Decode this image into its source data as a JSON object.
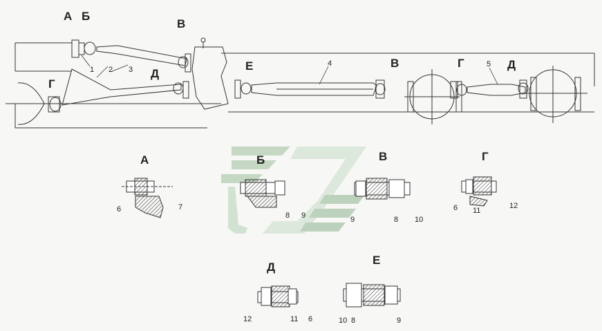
{
  "overview": {
    "view_letters": [
      "А",
      "Б",
      "В",
      "Е",
      "Г",
      "Д",
      "В",
      "Г",
      "Д"
    ],
    "part_numbers": [
      "1",
      "2",
      "3",
      "4",
      "5"
    ]
  },
  "details": [
    {
      "title": "А",
      "numbers": [
        "6",
        "7"
      ]
    },
    {
      "title": "Б",
      "numbers": [
        "8",
        "9"
      ]
    },
    {
      "title": "В",
      "numbers": [
        "9",
        "8",
        "10"
      ]
    },
    {
      "title": "Г",
      "numbers": [
        "6",
        "11",
        "12"
      ]
    },
    {
      "title": "Д",
      "numbers": [
        "12",
        "11",
        "6"
      ]
    },
    {
      "title": "Е",
      "numbers": [
        "10",
        "8",
        "9"
      ]
    }
  ],
  "colors": {
    "line": "#333333",
    "hatch": "#444444",
    "watermark": "#8fb48f"
  }
}
